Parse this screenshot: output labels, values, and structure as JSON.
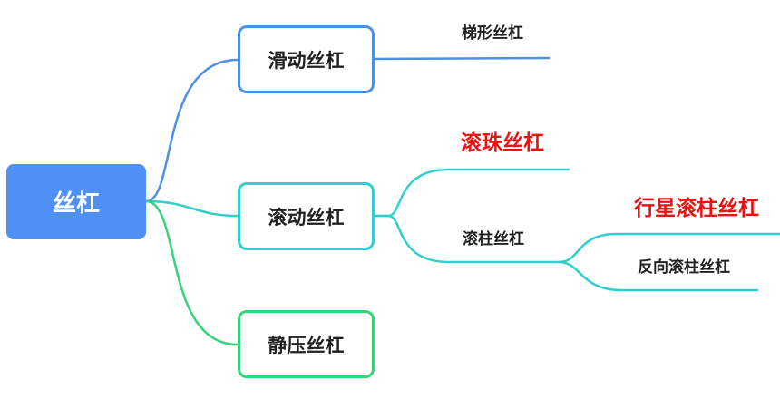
{
  "colors": {
    "root_fill": "#4f90f5",
    "sliding_branch": "#4f8fe6",
    "rolling_branch": "#2ed0cc",
    "static_branch": "#36d47a",
    "highlight_text": "#ee1111",
    "normal_text": "#222222"
  },
  "root": {
    "label": "丝杠"
  },
  "branches": {
    "sliding": {
      "label": "滑动丝杠",
      "children": [
        {
          "label": "梯形丝杠",
          "highlight": false
        }
      ]
    },
    "rolling": {
      "label": "滚动丝杠",
      "children": [
        {
          "label": "滚珠丝杠",
          "highlight": true
        },
        {
          "label": "滚柱丝杠",
          "highlight": false,
          "children": [
            {
              "label": "行星滚柱丝杠",
              "highlight": true
            },
            {
              "label": "反向滚柱丝杠",
              "highlight": false
            }
          ]
        }
      ]
    },
    "static": {
      "label": "静压丝杠"
    }
  }
}
